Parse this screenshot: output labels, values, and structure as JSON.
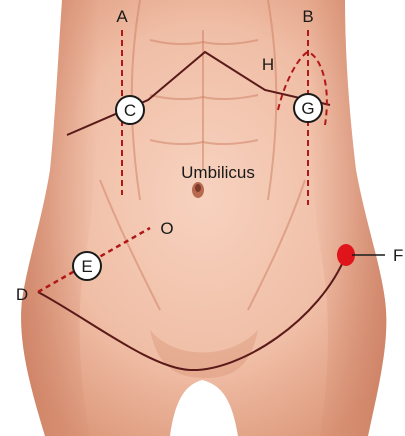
{
  "labels": {
    "a": "A",
    "b": "B",
    "c": "C",
    "d": "D",
    "e": "E",
    "f": "F",
    "g": "G",
    "h": "H",
    "o": "O",
    "umbilicus": "Umbilicus"
  },
  "colors": {
    "background": "#ffffff",
    "skin_light": "#f6cdb8",
    "skin_mid": "#e9a78b",
    "skin_shadow": "#cf8468",
    "incision_line": "#5a1a1a",
    "dashed_line": "#b01818",
    "marker_f": "#e0141b",
    "circle_fill": "#ffffff",
    "circle_stroke": "#1a1a1a"
  }
}
